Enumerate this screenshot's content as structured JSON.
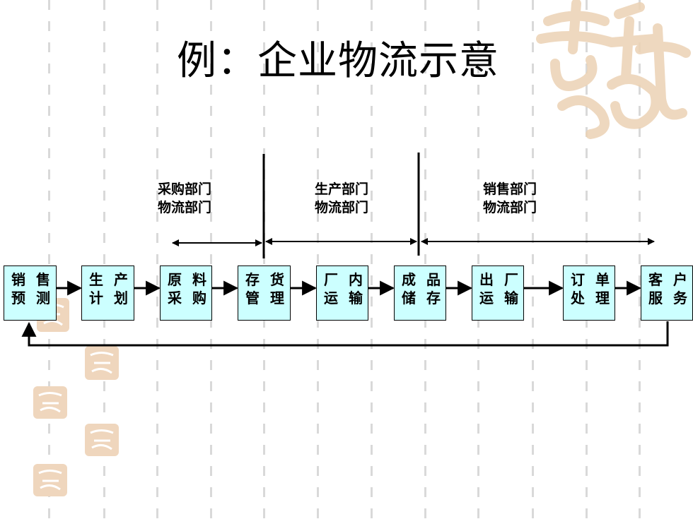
{
  "title": "例：企业物流示意",
  "departments": [
    {
      "line1": "采购部门",
      "line2": "物流部门"
    },
    {
      "line1": "生产部门",
      "line2": "物流部门"
    },
    {
      "line1": "销售部门",
      "line2": "物流部门"
    }
  ],
  "steps": [
    {
      "line1": "销 售",
      "line2": "预 测"
    },
    {
      "line1": "生 产",
      "line2": "计 划"
    },
    {
      "line1": "原 料",
      "line2": "采 购"
    },
    {
      "line1": "存 货",
      "line2": "管 理"
    },
    {
      "line1": "厂 内",
      "line2": "运 输"
    },
    {
      "line1": "成 品",
      "line2": "储 存"
    },
    {
      "line1": "出 厂",
      "line2": "运 输"
    },
    {
      "line1": "订 单",
      "line2": "处 理"
    },
    {
      "line1": "客 户",
      "line2": "服 务"
    }
  ],
  "colors": {
    "box_fill": "#ccffff",
    "seal": "#e8c9a8"
  }
}
